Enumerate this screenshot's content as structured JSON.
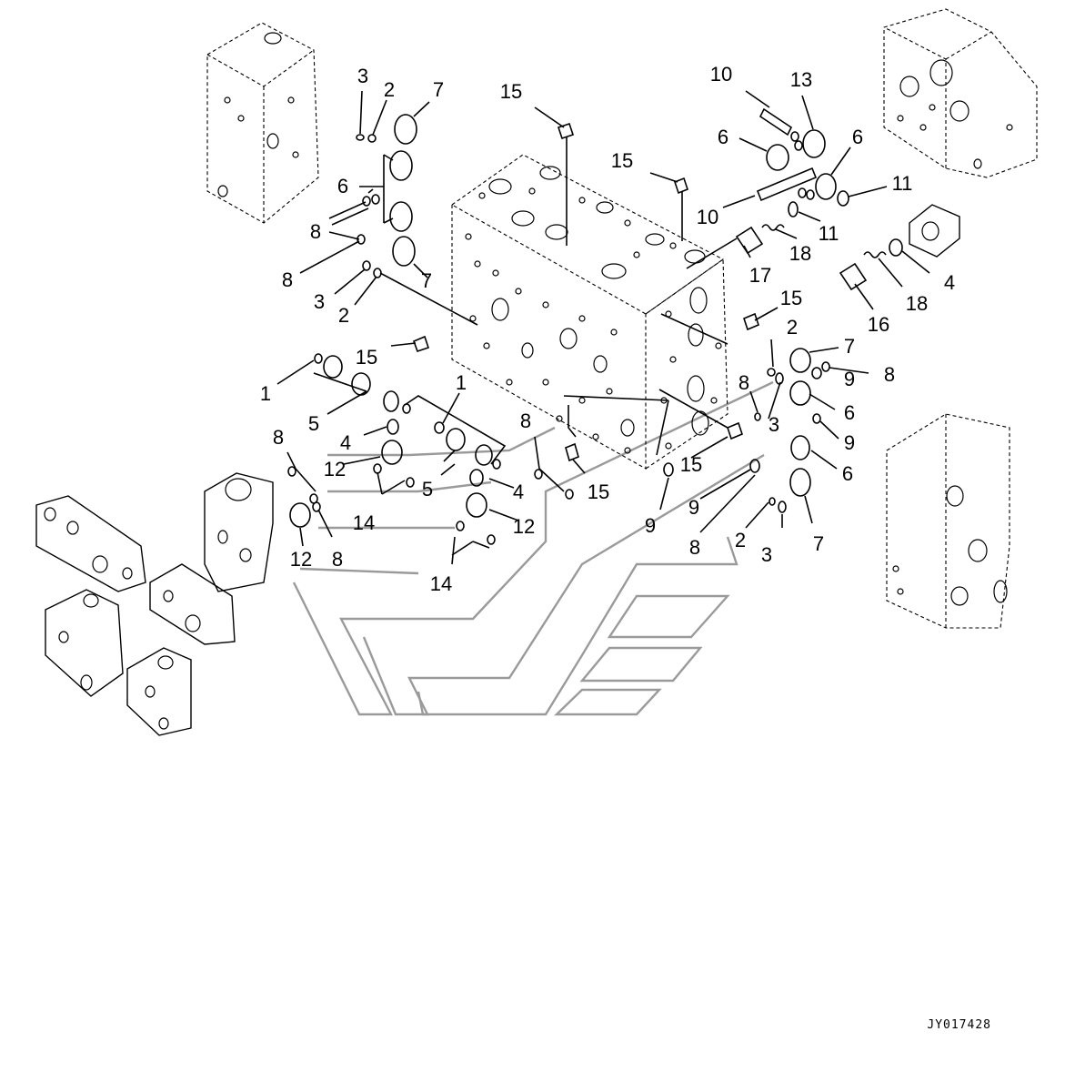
{
  "diagram": {
    "reference_code": "JY017428",
    "callouts": [
      "1",
      "2",
      "3",
      "4",
      "5",
      "6",
      "7",
      "8",
      "9",
      "10",
      "11",
      "12",
      "13",
      "14",
      "15",
      "16",
      "17",
      "18"
    ]
  }
}
